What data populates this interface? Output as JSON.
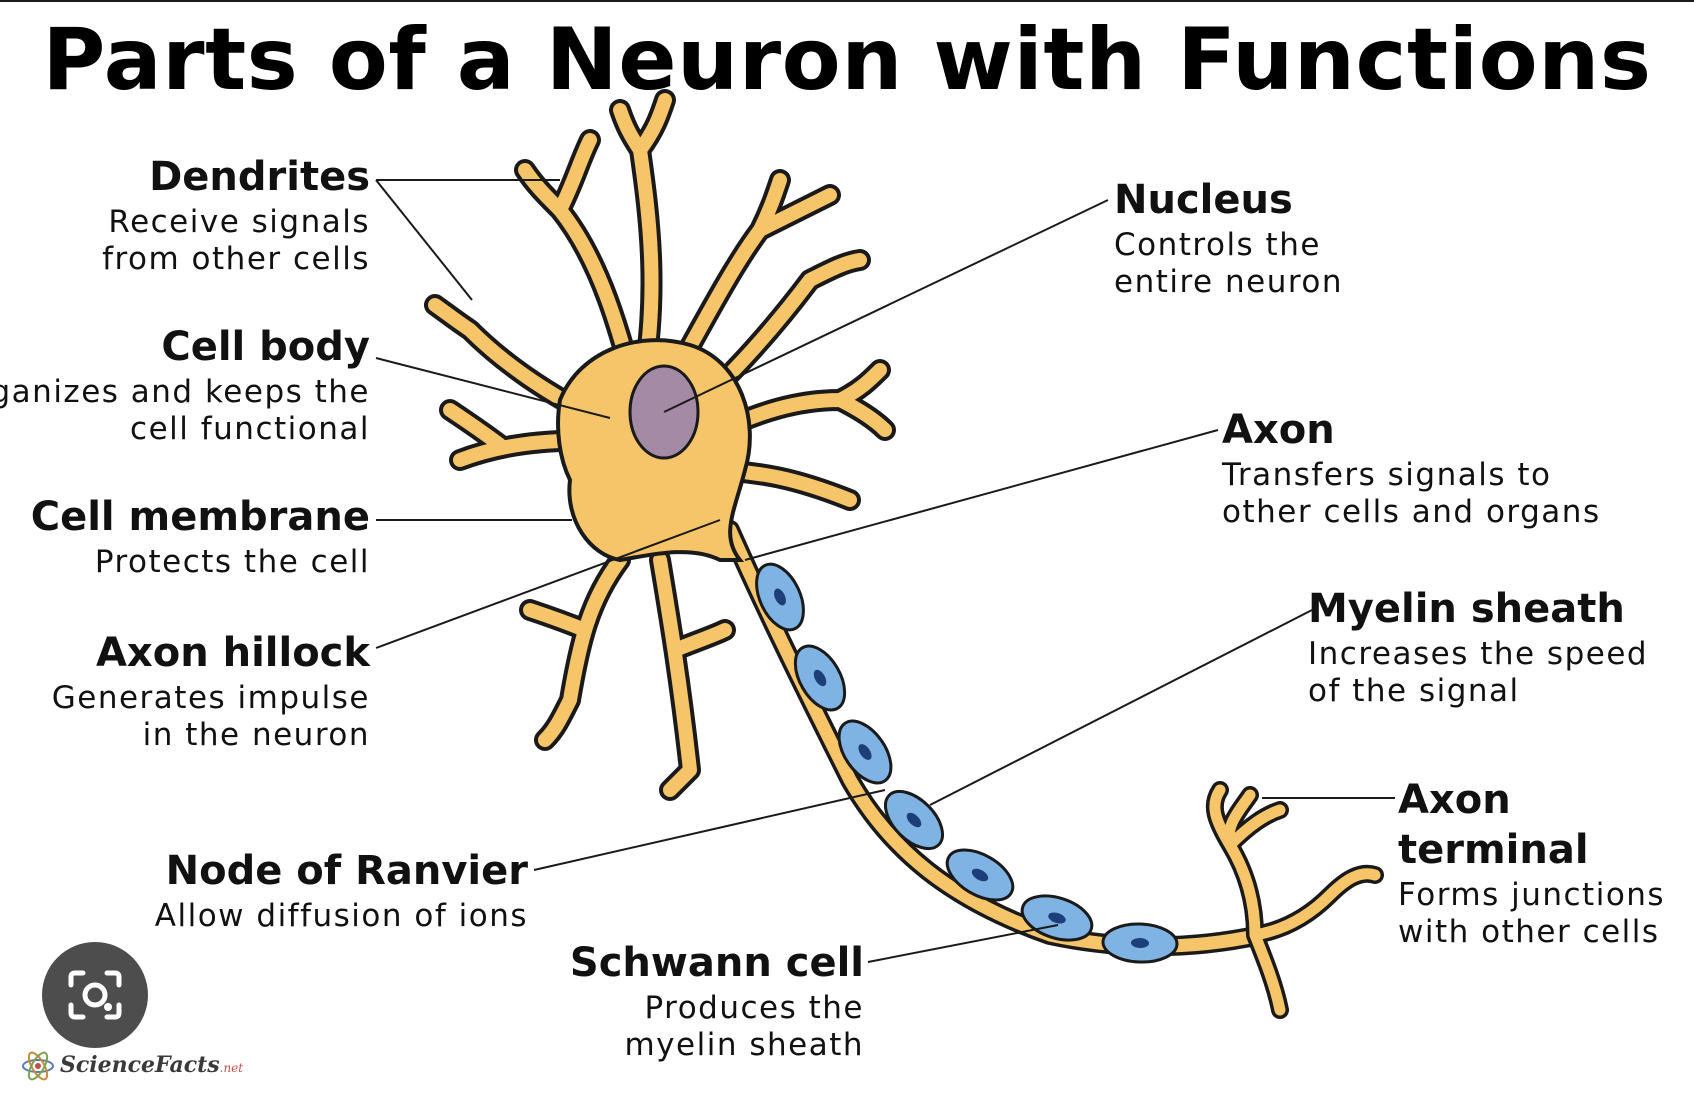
{
  "title": "Parts of a Neuron with Functions",
  "colors": {
    "cell_fill": "#f6c569",
    "outline": "#1a1a1a",
    "nucleus": "#a58aa5",
    "myelin_outer": "#7fb3e3",
    "myelin_inner": "#4a8fd3",
    "myelin_core": "#1c3f7a"
  },
  "labels": {
    "dendrites": {
      "name": "Dendrites",
      "desc": "Receive signals from other cells"
    },
    "cell_body": {
      "name": "Cell body",
      "desc": "Organizes and keeps the cell functional"
    },
    "cell_membrane": {
      "name": "Cell membrane",
      "desc": "Protects the cell"
    },
    "axon_hillock": {
      "name": "Axon hillock",
      "desc": "Generates impulse in the neuron"
    },
    "node_of_ranvier": {
      "name": "Node of Ranvier",
      "desc": "Allow diffusion of ions"
    },
    "schwann_cell": {
      "name": "Schwann cell",
      "desc": "Produces the myelin sheath"
    },
    "nucleus": {
      "name": "Nucleus",
      "desc": "Controls the entire neuron"
    },
    "axon": {
      "name": "Axon",
      "desc": "Transfers signals to other cells and organs"
    },
    "myelin_sheath": {
      "name": "Myelin sheath",
      "desc": "Increases the speed of the signal"
    },
    "axon_terminal": {
      "name": "Axon terminal",
      "desc": "Forms junctions with other cells"
    }
  },
  "overlay": {
    "lens_icon": "camera-lens-icon"
  },
  "brand": {
    "name": "ScienceFacts",
    "tld": ".net",
    "icon": "atom-icon"
  }
}
